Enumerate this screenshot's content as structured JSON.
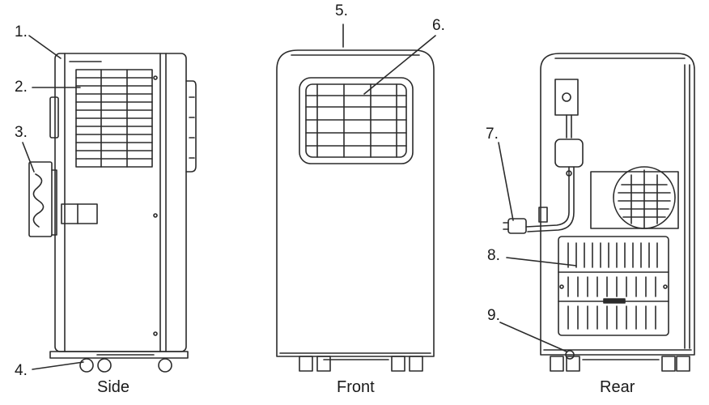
{
  "callouts": {
    "c1": "1.",
    "c2": "2.",
    "c3": "3.",
    "c4": "4.",
    "c5": "5.",
    "c6": "6.",
    "c7": "7.",
    "c8": "8.",
    "c9": "9."
  },
  "views": {
    "side": "Side",
    "front": "Front",
    "rear": "Rear"
  }
}
